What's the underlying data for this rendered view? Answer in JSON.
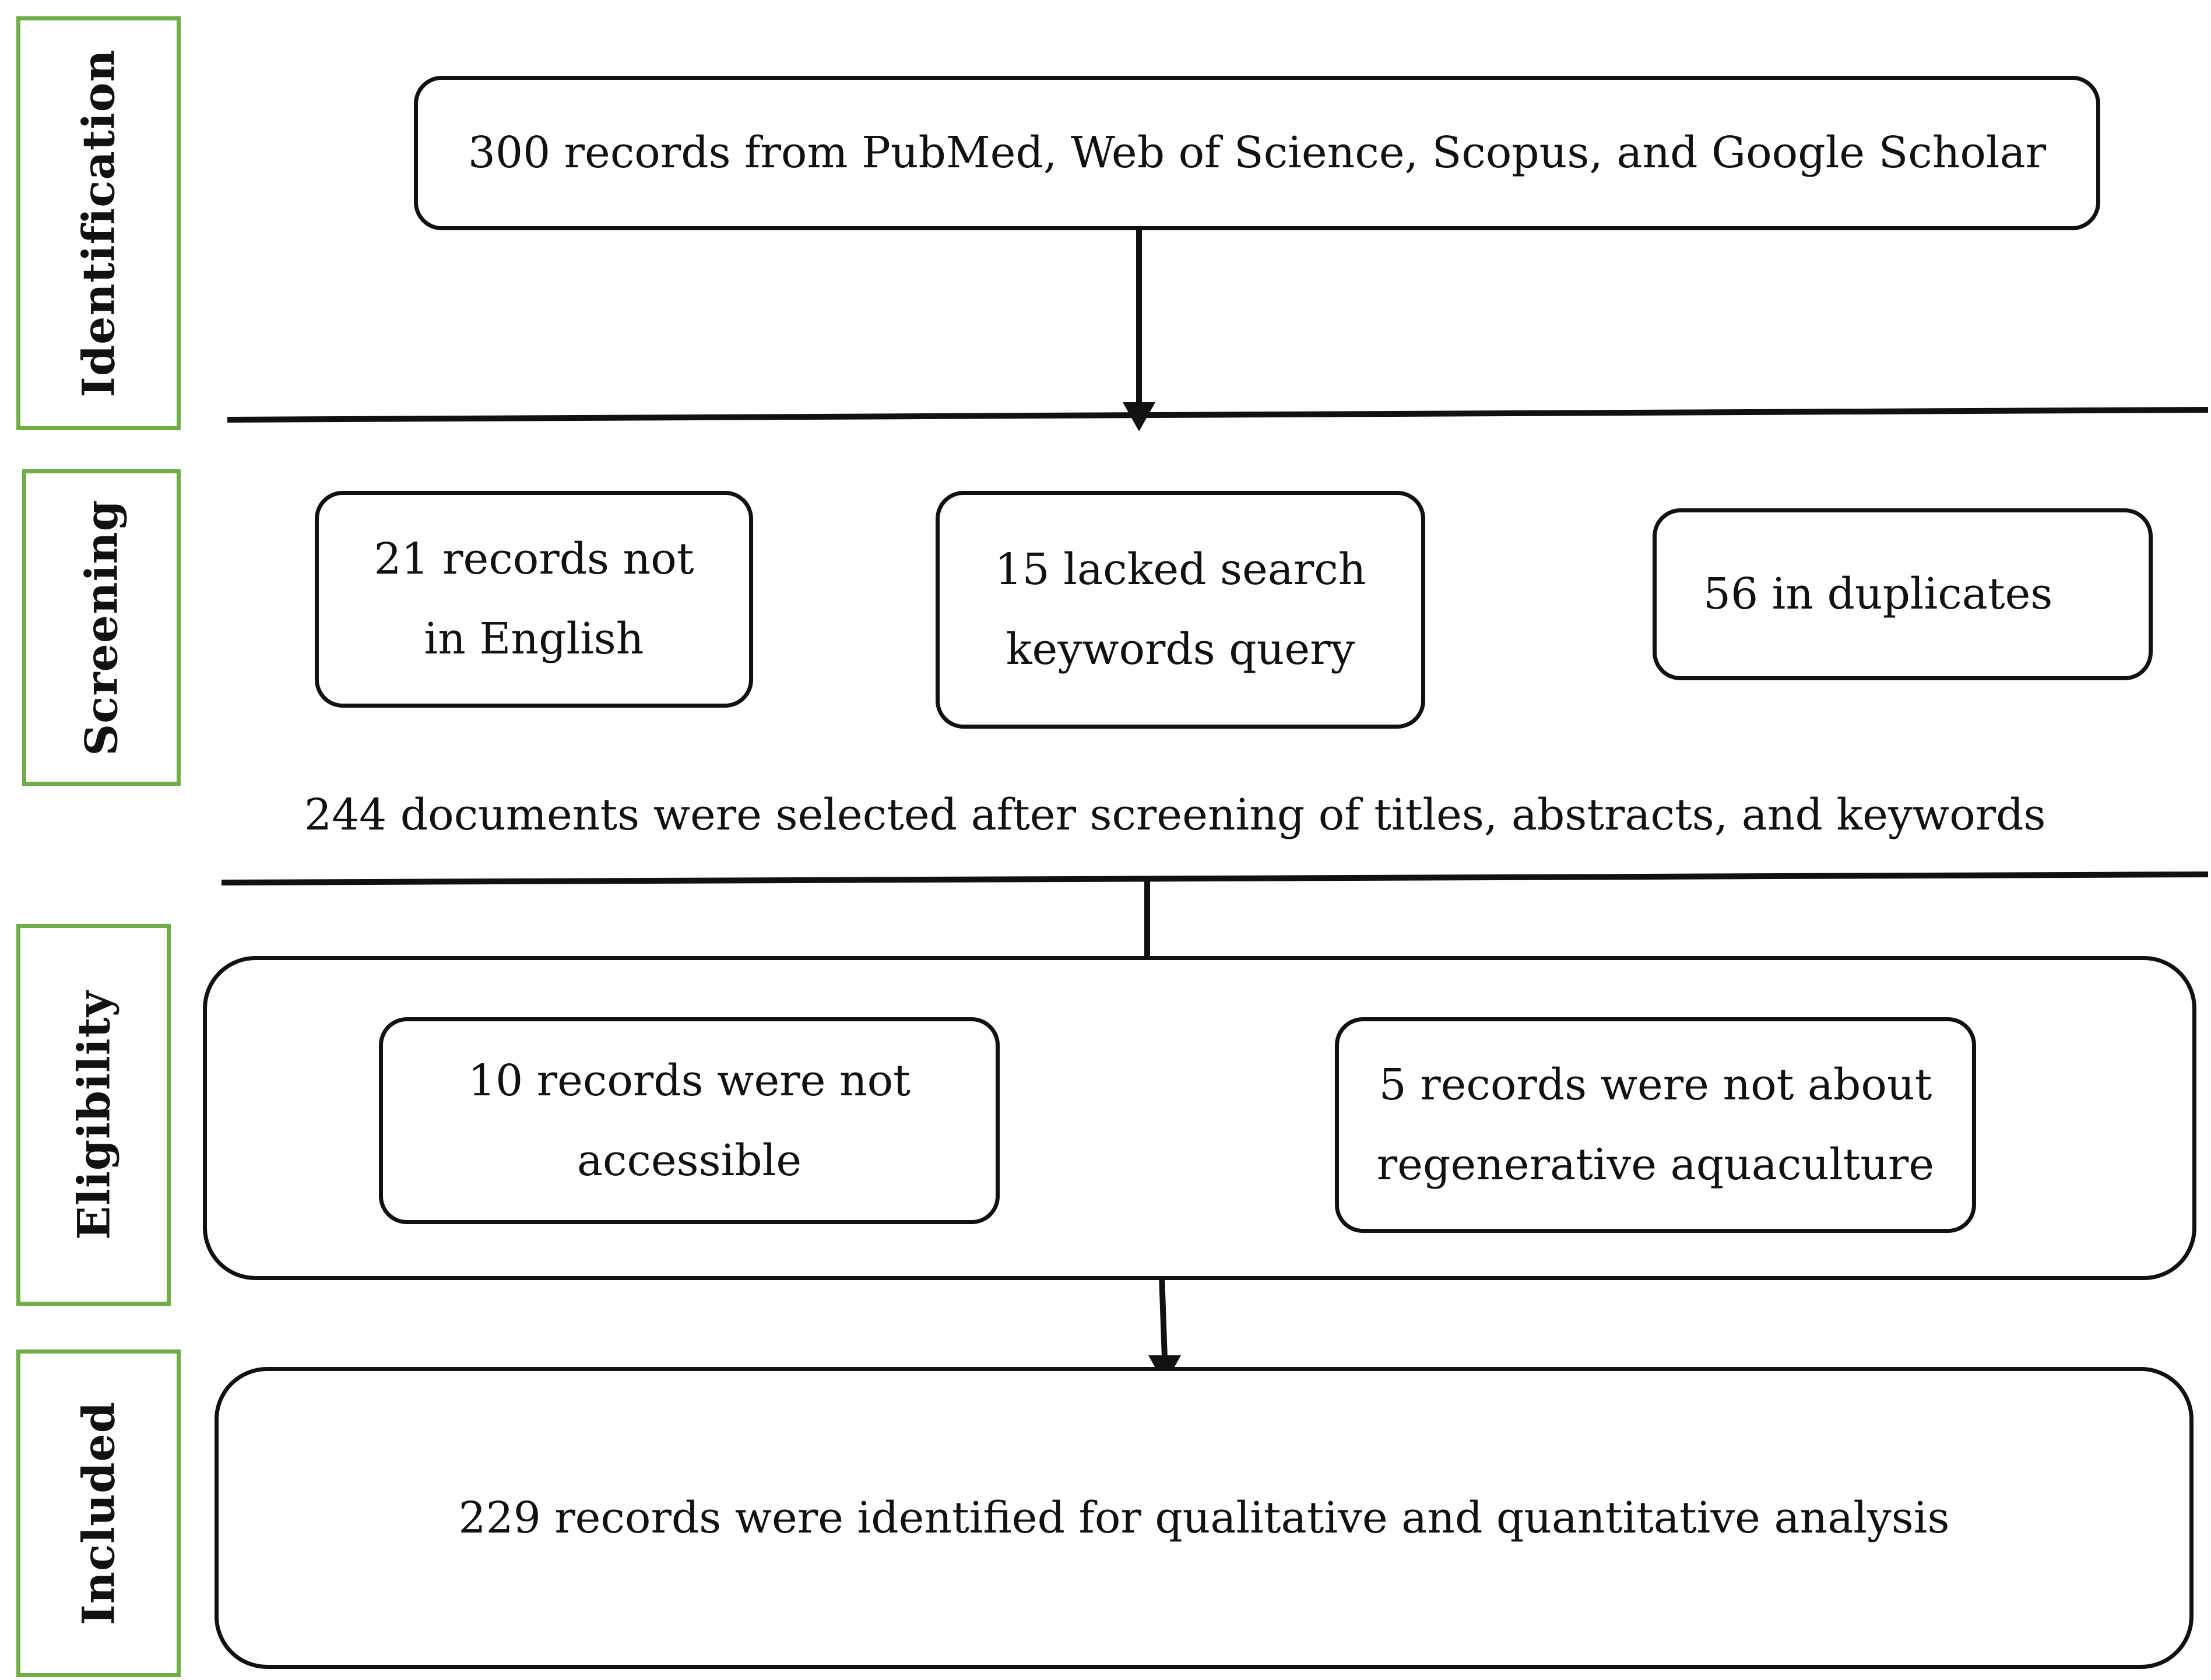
{
  "stages": {
    "identification": "Identification",
    "screening": "Screening",
    "eligibility": "Eligibility",
    "included": "Included"
  },
  "identification_box": "300 records from PubMed, Web of Science, Scopus, and Google Scholar",
  "screening_exclusions": {
    "not_english": "21 records not\nin English",
    "lacked_keywords": "15 lacked search\nkeywords query",
    "duplicates": "56 in duplicates"
  },
  "screening_result": "244 documents were selected after screening of titles, abstracts, and keywords",
  "eligibility_exclusions": {
    "not_accessible": "10 records were not\naccessible",
    "not_about_topic": "5 records were not about\nregenerative aquaculture"
  },
  "included_box": "229 records were identified for qualitative and quantitative analysis",
  "colors": {
    "stage_border": "#70ad47",
    "box_border": "#111111",
    "text": "#111111"
  }
}
